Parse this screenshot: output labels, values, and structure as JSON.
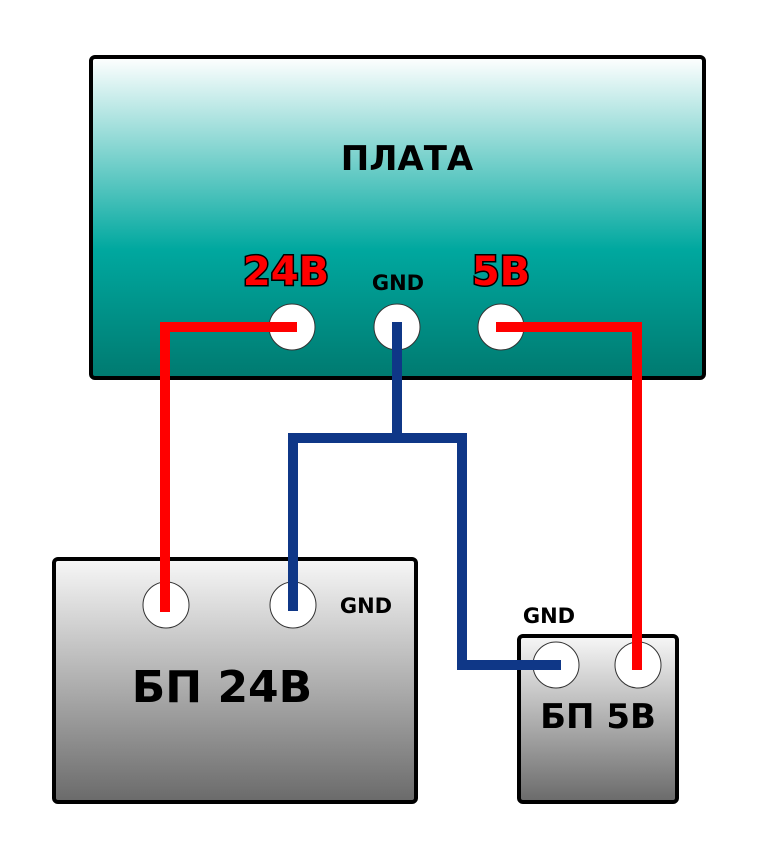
{
  "colors": {
    "wire_positive": "#ff0000",
    "wire_ground": "#0f3787",
    "board_gradient": [
      "#ffffff",
      "#00a89f",
      "#007a70"
    ],
    "psu_gradient": [
      "#f5f5f5",
      "#6e6e6e"
    ],
    "outline": "#000000",
    "terminal": "#ffffff"
  },
  "board": {
    "title": "ПЛАТА",
    "terminals": [
      {
        "label": "24В",
        "role": "positive"
      },
      {
        "label": "GND",
        "role": "ground"
      },
      {
        "label": "5В",
        "role": "positive"
      }
    ]
  },
  "psu_24": {
    "title": "БП 24В",
    "gnd_label": "GND"
  },
  "psu_5": {
    "title": "БП 5В",
    "gnd_label": "GND"
  },
  "connections": [
    {
      "from": "board.24В",
      "to": "psu_24.positive",
      "color": "red"
    },
    {
      "from": "board.GND",
      "to": "psu_24.GND",
      "color": "blue"
    },
    {
      "from": "board.GND",
      "to": "psu_5.GND",
      "color": "blue"
    },
    {
      "from": "board.5В",
      "to": "psu_5.positive",
      "color": "red"
    }
  ]
}
